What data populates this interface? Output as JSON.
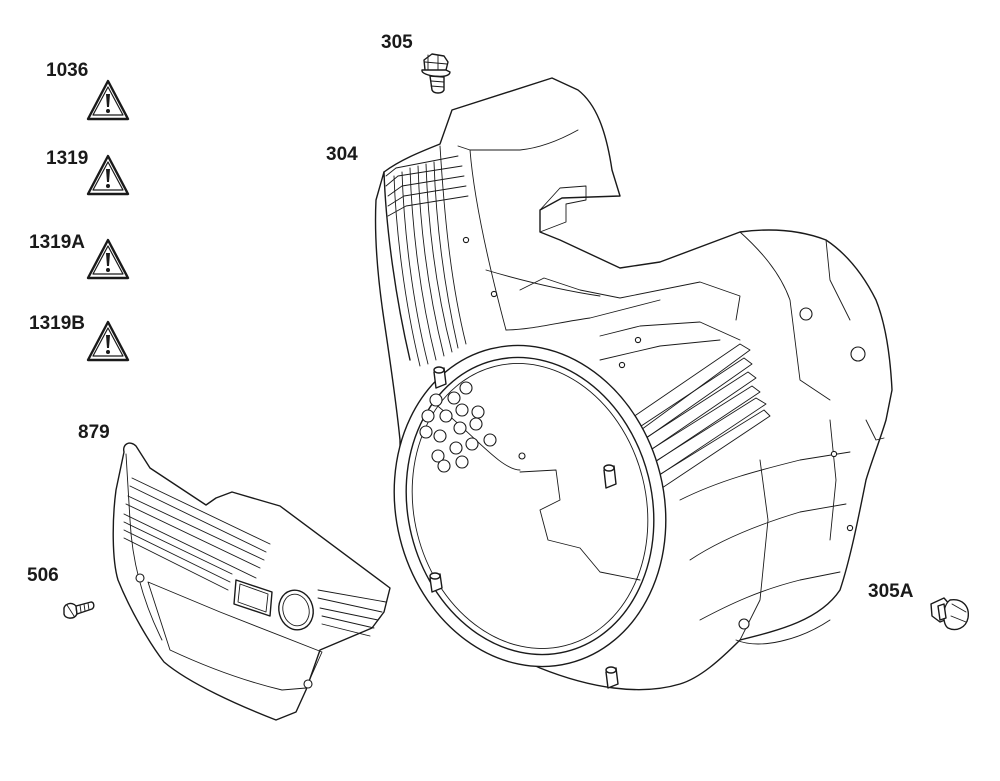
{
  "diagram": {
    "callouts": [
      {
        "id": "1036",
        "text": "1036"
      },
      {
        "id": "1319",
        "text": "1319"
      },
      {
        "id": "1319A",
        "text": "1319A"
      },
      {
        "id": "1319B",
        "text": "1319B"
      },
      {
        "id": "879",
        "text": "879"
      },
      {
        "id": "506",
        "text": "506"
      },
      {
        "id": "305",
        "text": "305"
      },
      {
        "id": "304",
        "text": "304"
      },
      {
        "id": "305A",
        "text": "305A"
      }
    ],
    "parts": [
      {
        "callout": "1036",
        "icon": "warning-triangle-icon"
      },
      {
        "callout": "1319",
        "icon": "warning-triangle-icon"
      },
      {
        "callout": "1319A",
        "icon": "warning-triangle-icon"
      },
      {
        "callout": "1319B",
        "icon": "warning-triangle-icon"
      },
      {
        "callout": "879",
        "icon": "cover-panel"
      },
      {
        "callout": "506",
        "icon": "screw"
      },
      {
        "callout": "305",
        "icon": "bolt"
      },
      {
        "callout": "304",
        "icon": "blower-housing"
      },
      {
        "callout": "305A",
        "icon": "bolt"
      }
    ],
    "line_color": "#1a1a1a",
    "background": "#ffffff"
  }
}
